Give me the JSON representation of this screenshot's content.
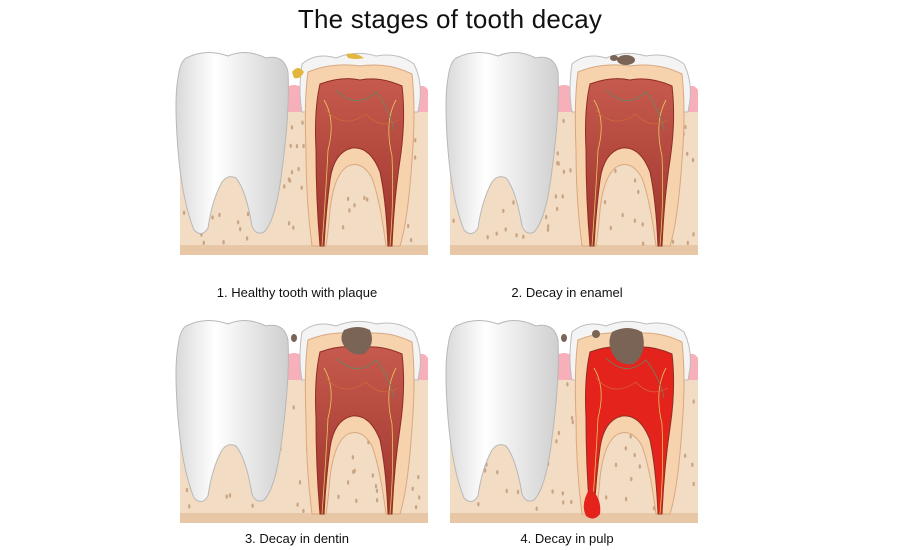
{
  "title": "The stages of tooth decay",
  "stages": [
    {
      "label": "1. Healthy tooth with plaque",
      "decay": "plaque"
    },
    {
      "label": "2. Decay in enamel",
      "decay": "enamel"
    },
    {
      "label": "3. Decay in dentin",
      "decay": "dentin"
    },
    {
      "label": "4. Decay in pulp",
      "decay": "pulp"
    }
  ],
  "colors": {
    "enamel": "#f4f4f4",
    "dentin": "#f6d2ad",
    "pulp": "#b9473d",
    "pulp_infected": "#e3231c",
    "gum": "#f7b0b9",
    "bone": "#f3dcc4",
    "decay": "#7a6455",
    "plaque": "#e3b640"
  }
}
